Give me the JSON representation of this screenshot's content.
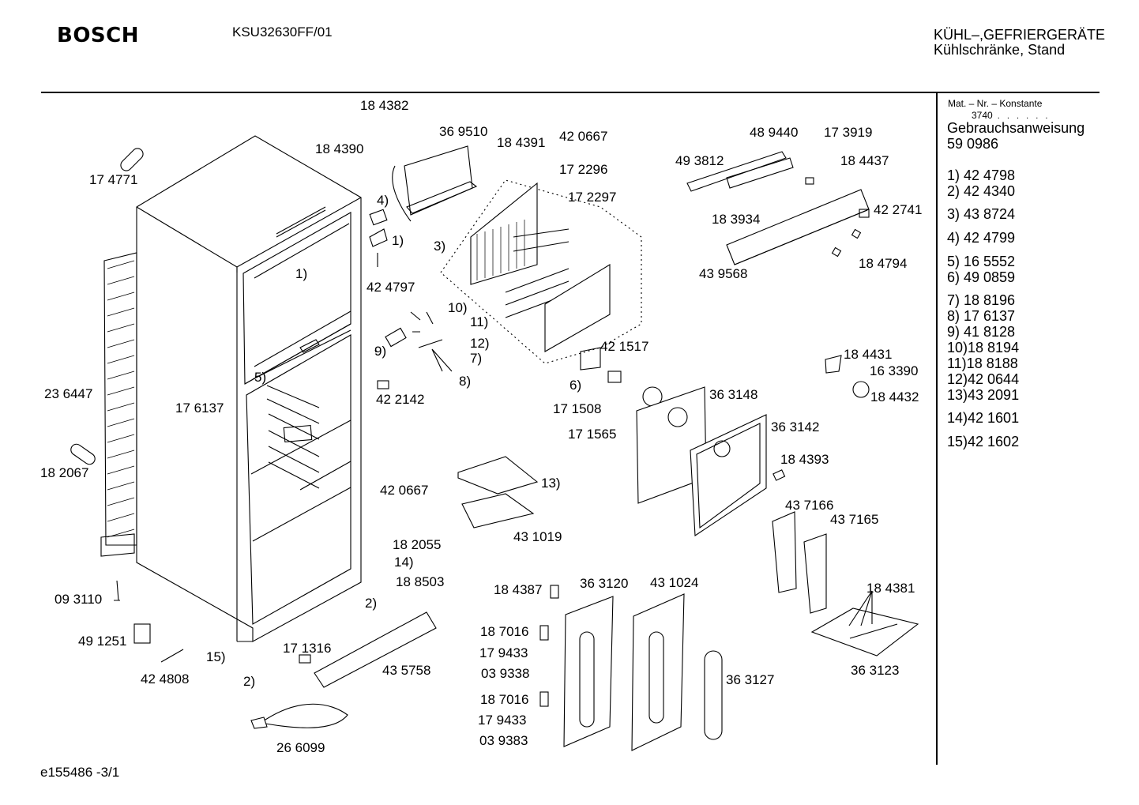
{
  "header": {
    "brand": "BOSCH",
    "model": "KSU32630FF/01",
    "category_line1": "KÜHL–,GEFRIERGERÄTE",
    "category_line2": "Kühlschränke, Stand"
  },
  "sidebar": {
    "mat_title": "Mat. – Nr. – Konstante",
    "mat_code": "3740",
    "manual_label": "Gebrauchsanweisung",
    "manual_number": "59 0986",
    "items": [
      "1) 42 4798",
      "2) 42 4340",
      "3) 43 8724",
      "4) 42 4799",
      "5) 16 5552",
      "6) 49 0859",
      "7) 18 8196",
      "8) 17 6137",
      "9) 41 8128",
      "10)18 8194",
      "11)18 8188",
      "12)42 0644",
      "13)43 2091",
      "14)42 1601",
      "15)42 1602"
    ]
  },
  "footer": {
    "doc_id": "e155486 -3/1"
  },
  "labels": [
    "18 4382",
    "36 9510",
    "18 4390",
    "18 4391",
    "42 0667",
    "17 2296",
    "17 2297",
    "48 9440",
    "17 3919",
    "49 3812",
    "18 4437",
    "42 2741",
    "18 3934",
    "18 4794",
    "43 9568",
    "17 4771",
    "4)",
    "1)",
    "3)",
    "42 4797",
    "1)",
    "10)",
    "11)",
    "12)",
    "9)",
    "7)",
    "8)",
    "42 1517",
    "6)",
    "42 2142",
    "18 4431",
    "16 3390",
    "18 4432",
    "36 3148",
    "17 1508",
    "36 3142",
    "17 1565",
    "23 6447",
    "5)",
    "17 6137",
    "18 4393",
    "18 2067",
    "13)",
    "42 0667",
    "43 1019",
    "43 7166",
    "43 7165",
    "18 2055",
    "14)",
    "18 8503",
    "18 4387",
    "36 3120",
    "43 1024",
    "18 4381",
    "09 3110",
    "2)",
    "18 7016",
    "17 9433",
    "03 9338",
    "49 1251",
    "15)",
    "17 1316",
    "42 4808",
    "2)",
    "43 5758",
    "36 3127",
    "36 3123",
    "18 7016",
    "17 9433",
    "03 9383",
    "26 6099"
  ]
}
